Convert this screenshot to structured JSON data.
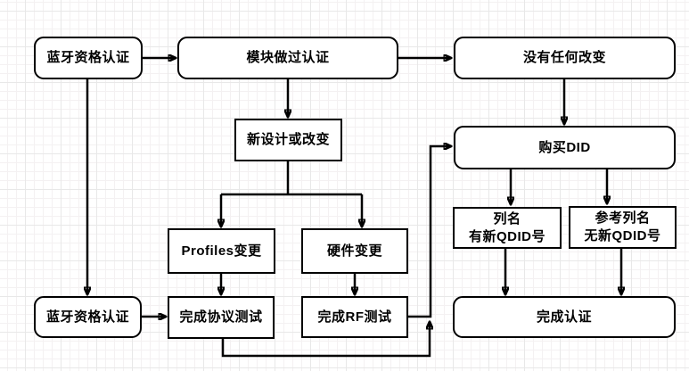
{
  "canvas": {
    "background_color": "#ffffff",
    "grid_minor_color": "#f4f1f2",
    "grid_major_color": "#e8e8e8",
    "stroke_color": "#000000"
  },
  "nodes": {
    "bt_cert_top": {
      "label": "蓝牙资格认证",
      "shape": "rounded"
    },
    "module_certified": {
      "label": "模块做过认证",
      "shape": "rounded"
    },
    "no_change": {
      "label": "没有任何改变",
      "shape": "rounded"
    },
    "new_design": {
      "label": "新设计或改变",
      "shape": "rect"
    },
    "buy_did": {
      "label": "购买DID",
      "shape": "rounded"
    },
    "profiles_change": {
      "label": "Profiles变更",
      "shape": "rect"
    },
    "hardware_change": {
      "label": "硬件变更",
      "shape": "rect"
    },
    "bt_cert_bottom": {
      "label": "蓝牙资格认证",
      "shape": "rounded"
    },
    "protocol_test": {
      "label": "完成协议测试",
      "shape": "rect"
    },
    "rf_test": {
      "label": "完成RF测试",
      "shape": "rect"
    },
    "listed_qdid": {
      "line1": "列名",
      "line2": "有新QDID号",
      "shape": "rect"
    },
    "ref_qdid": {
      "line1": "参考列名",
      "line2": "无新QDID号",
      "shape": "rect"
    },
    "complete_cert": {
      "label": "完成认证",
      "shape": "rounded"
    }
  },
  "edges": [
    {
      "from": "bt_cert_top",
      "to": "module_certified"
    },
    {
      "from": "module_certified",
      "to": "no_change"
    },
    {
      "from": "module_certified",
      "to": "new_design"
    },
    {
      "from": "no_change",
      "to": "buy_did"
    },
    {
      "from": "bt_cert_top",
      "to": "bt_cert_bottom"
    },
    {
      "from": "new_design",
      "to": "profiles_change"
    },
    {
      "from": "new_design",
      "to": "hardware_change"
    },
    {
      "from": "profiles_change",
      "to": "protocol_test"
    },
    {
      "from": "hardware_change",
      "to": "rf_test"
    },
    {
      "from": "bt_cert_bottom",
      "to": "protocol_test"
    },
    {
      "from": "rf_test",
      "to": "buy_did"
    },
    {
      "from": "protocol_test",
      "to": "buy_did"
    },
    {
      "from": "buy_did",
      "to": "listed_qdid"
    },
    {
      "from": "buy_did",
      "to": "ref_qdid"
    },
    {
      "from": "listed_qdid",
      "to": "complete_cert"
    },
    {
      "from": "ref_qdid",
      "to": "complete_cert"
    }
  ]
}
